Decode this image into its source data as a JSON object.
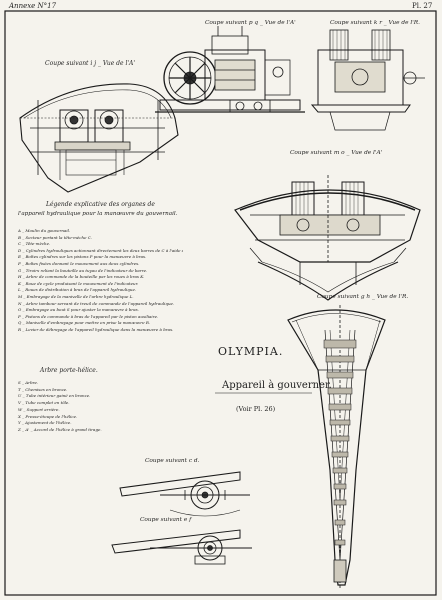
{
  "header": {
    "annex": "Annexe N°17",
    "plate": "Pl. 27"
  },
  "section_labels": {
    "ij": "Coupe suivant i j _ Vue de l'A'",
    "pq": "Coupe suivant p q _ Vue de l'A'",
    "kr": "Coupe suivant k r _ Vue de l'R.",
    "mo": "Coupe suivant m o _ Vue de l'A'",
    "gh": "Coupe suivant g h _ Vue de l'R.",
    "cd": "Coupe suivant c d.",
    "ef": "Coupe suivant e f"
  },
  "legend": {
    "title_line1": "Légende explicative des organes de",
    "title_line2": "l'appareil hydraulique pour la manœuvre du gouvernail.",
    "items": [
      "A _ Moulin du gouvernail.",
      "B _ Secteur portant la tête-mèche C.",
      "C _ Tête-mèche.",
      "D _ Cylindres hydrauliques actionnant directement les deux barres de C à l'aide de deux pistons P agissant sur les glissières G.",
      "E _ Boîtes cylindres sur les pistons P pour la manœuvre à bras.",
      "F _ Boîtes fixées donnant le mouvement aux deux cylindres.",
      "G _ Tiroirs reliant la bouteille au tuyau de l'indicateur de barre.",
      "H _ Arbre de commande de la bouteille par les roues à bras K.",
      "K _ Roue de cycle produisant le mouvement de l'indicateur.",
      "L _ Roues de distribution à bras de l'appareil hydraulique.",
      "M _ Embrayage de la manivelle de l'arbre hydraulique L.",
      "N _ Arbre tambour servant de treuil de commande de l'appareil hydraulique.",
      "O _ Embrayage au bout S pour ajuster la manœuvre à bras.",
      "P _ Pistons de commande à bras de l'appareil par le piston auxiliaire.",
      "Q _ Manivelle d'embrayage pour mettre en prise la manœuvre R.",
      "R _ Levier de débrayage de l'appareil hydraulique dans la manœuvre à bras."
    ]
  },
  "arbre": {
    "title": "Arbre porte-hélice.",
    "items": [
      "S _ Arbre.",
      "T _ Chemises en bronze.",
      "U _ Tube intérieur gainé en bronze.",
      "V _ Tube complet en tôle.",
      "W _ Support arrière.",
      "X _ Presse-étoupe de l'hélice.",
      "Y _ Ajustement de l'hélice.",
      "Z _ A' _ Accord de l'hélice à grand tirage."
    ]
  },
  "title_block": {
    "ship": "OLYMPIA.",
    "subtitle": "Appareil à gouverner.",
    "reference": "(Voir Pl. 26)"
  }
}
